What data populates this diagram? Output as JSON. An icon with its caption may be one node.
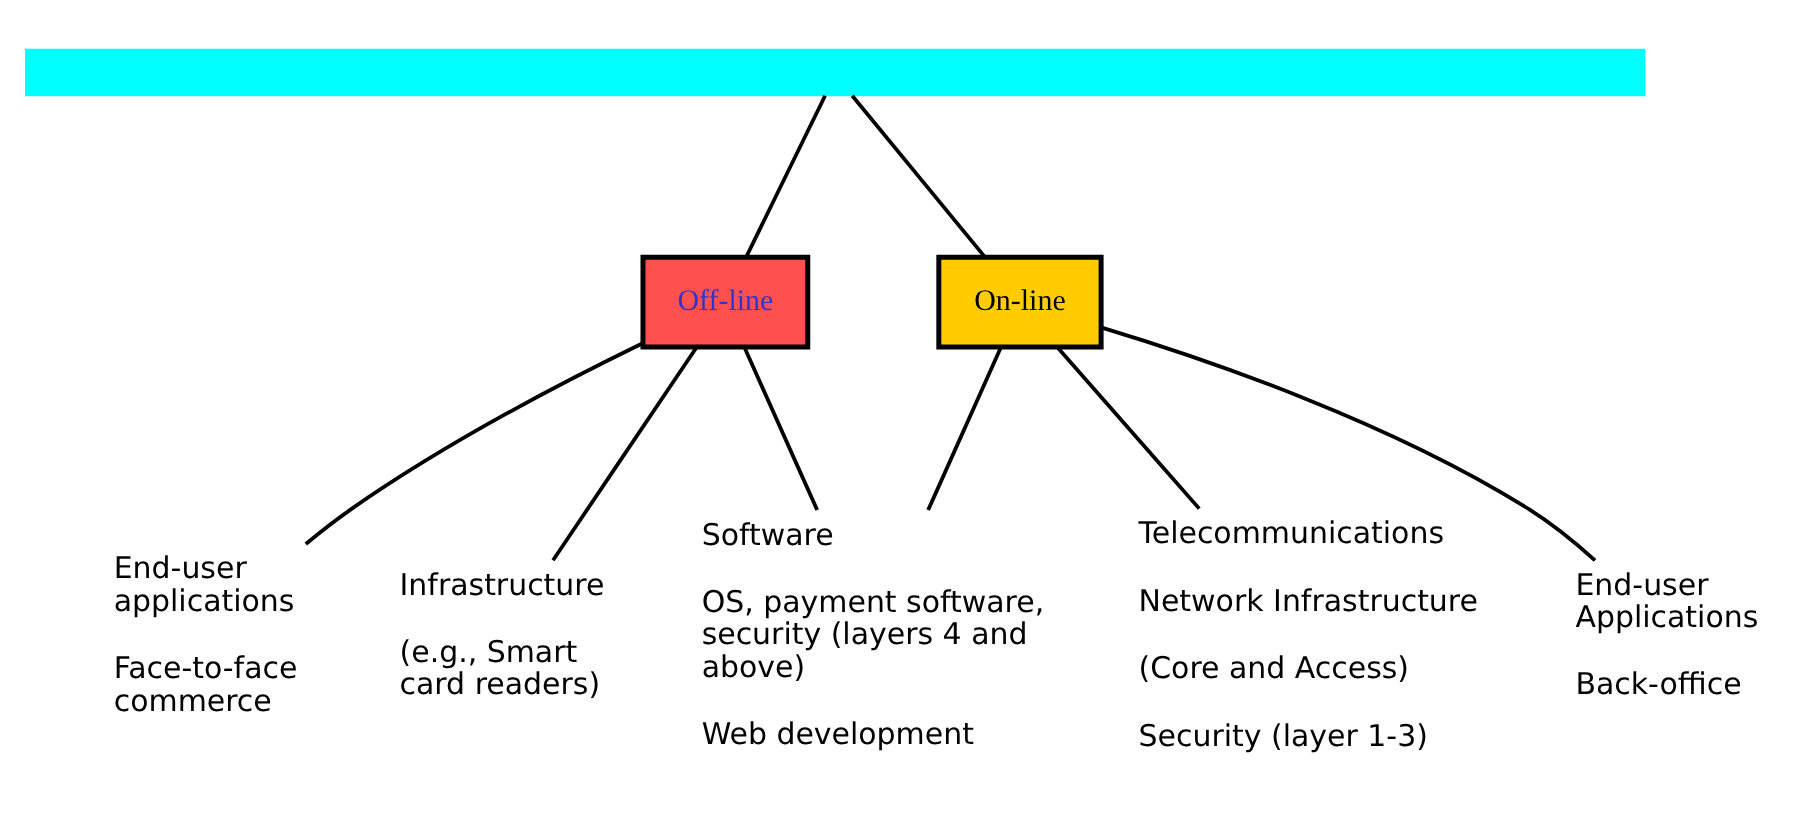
{
  "diagram": {
    "nodes": [
      {
        "text": [],
        "shape": "bar"
      },
      {
        "text": [
          "Off-line"
        ]
      },
      {
        "text": [
          "On-line"
        ]
      },
      {
        "text": [
          "End-user applications",
          "Face-to-face commerce"
        ]
      },
      {
        "text": [
          "Infrastructure",
          "(e.g., Smart card readers)"
        ]
      },
      {
        "text": [
          "Software",
          "OS, payment software, security (layers 4 and above)",
          "Web development"
        ]
      },
      {
        "text": [
          "Telecommunications",
          "Network Infrastructure",
          "(Core and Access)",
          "Security (layer 1-3)"
        ]
      },
      {
        "text": [
          "End-user Applications",
          "Back-office"
        ]
      }
    ],
    "edges": [
      {
        "from": 0,
        "to": 1,
        "arrow": "none"
      },
      {
        "from": 0,
        "to": 2,
        "arrow": "none"
      },
      {
        "from": 1,
        "to": 3,
        "arrow": "none"
      },
      {
        "from": 1,
        "to": 4,
        "arrow": "none"
      },
      {
        "from": 1,
        "to": 5,
        "arrow": "none"
      },
      {
        "from": 2,
        "to": 5,
        "arrow": "none"
      },
      {
        "from": 2,
        "to": 6,
        "arrow": "none"
      },
      {
        "from": 2,
        "to": 7,
        "arrow": "none"
      }
    ]
  }
}
